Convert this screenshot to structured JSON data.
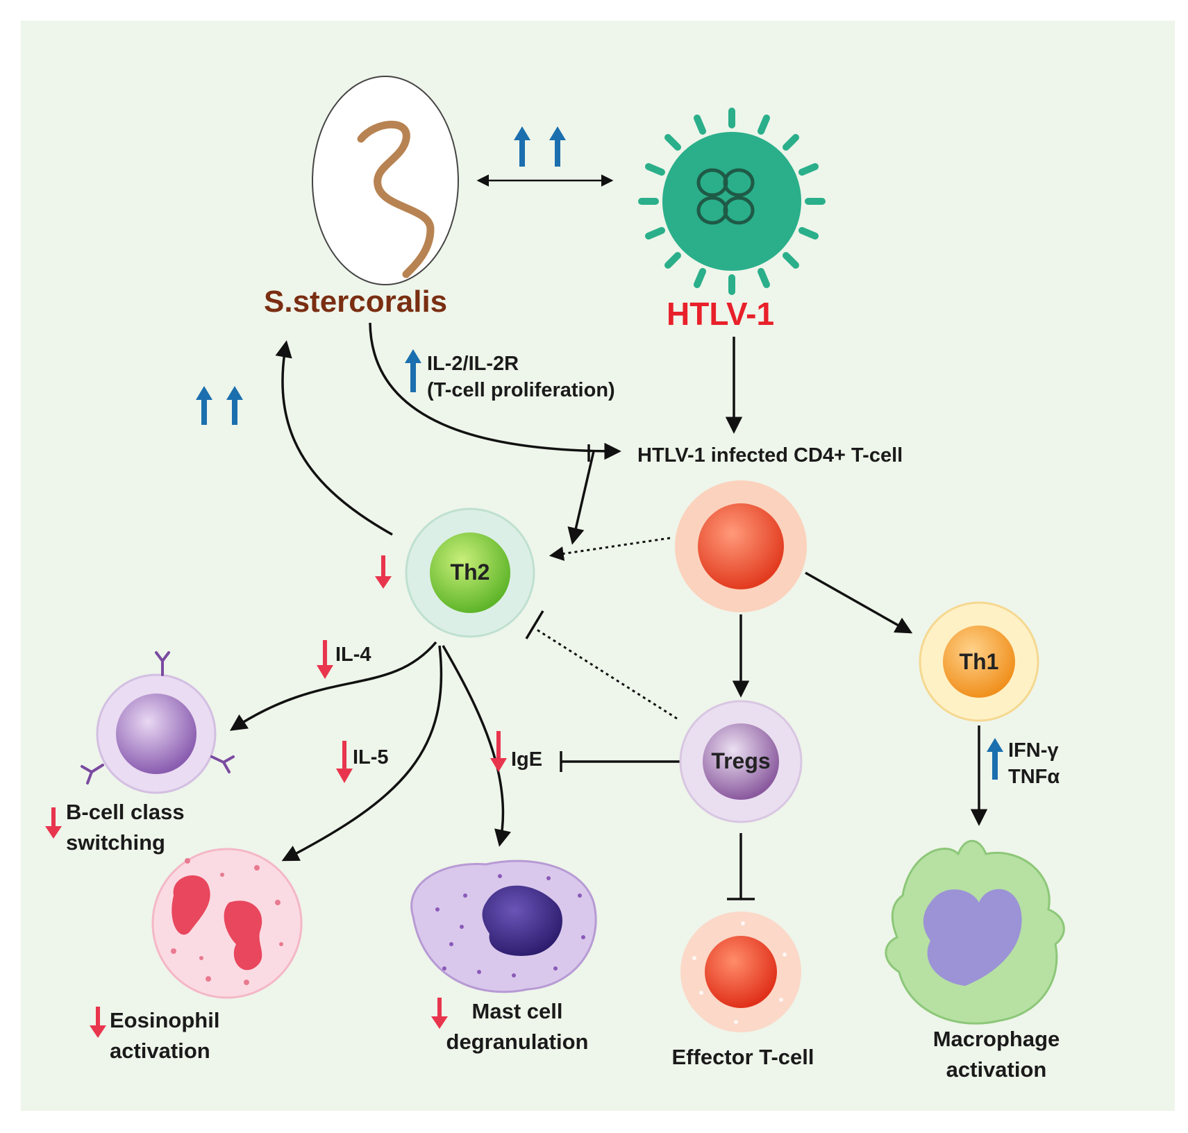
{
  "nodes": {
    "parasite": "S.stercoralis",
    "virus": "HTLV-1",
    "infected_cell": "HTLV-1 infected CD4+ T-cell",
    "th2": "Th2",
    "th1": "Th1",
    "tregs": "Tregs",
    "effector": "Effector T-cell",
    "macrophage": [
      "Macrophage",
      "activation"
    ],
    "bcell": [
      "B-cell class",
      "switching"
    ],
    "eosinophil": [
      "Eosinophil",
      "activation"
    ],
    "mast": [
      "Mast cell",
      "degranulation"
    ]
  },
  "edge_labels": {
    "il2": [
      "IL-2/IL-2R",
      "(T-cell proliferation)"
    ],
    "il4": "IL-4",
    "il5": "IL-5",
    "ige": "IgE",
    "ifn": [
      "IFN-γ",
      "TNFα"
    ]
  },
  "colors": {
    "background": "#eef5ea",
    "up_arrow": "#1b6fae",
    "down_arrow": "#e8354d",
    "parasite_text": "#7a2e12",
    "virus_text": "#e8202a",
    "virus_green": "#2aaf8a"
  }
}
